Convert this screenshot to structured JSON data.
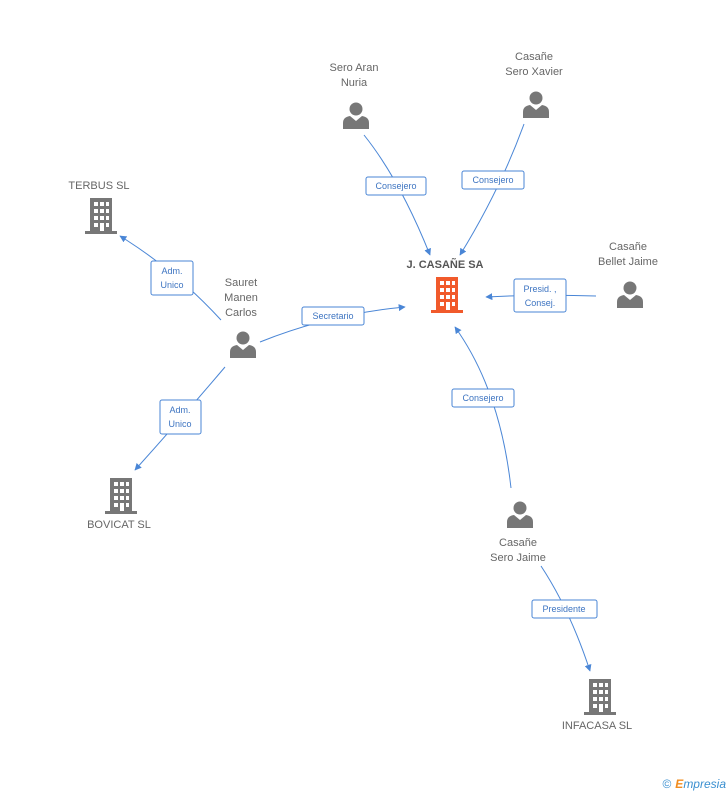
{
  "colors": {
    "edge": "#4a86d6",
    "person_icon": "#777777",
    "company_icon": "#777777",
    "main_company_icon": "#f15a2b",
    "label": "#666666"
  },
  "nodes": {
    "main": {
      "label": "J. CASAÑE SA",
      "icon": "building-icon"
    },
    "terbus": {
      "label": "TERBUS  SL",
      "icon": "building-icon"
    },
    "bovicat": {
      "label": "BOVICAT SL",
      "icon": "building-icon"
    },
    "infacasa": {
      "label": "INFACASA  SL",
      "icon": "building-icon"
    },
    "sero_aran": {
      "lines": [
        "Sero Aran",
        "Nuria"
      ],
      "icon": "person-icon"
    },
    "sero_xavier": {
      "lines": [
        "Casañe",
        "Sero Xavier"
      ],
      "icon": "person-icon"
    },
    "bellet_jaime": {
      "lines": [
        "Casañe",
        "Bellet Jaime"
      ],
      "icon": "person-icon"
    },
    "sauret": {
      "lines": [
        "Sauret",
        "Manen",
        "Carlos"
      ],
      "icon": "person-icon"
    },
    "sero_jaime": {
      "lines": [
        "Casañe",
        "Sero Jaime"
      ],
      "icon": "person-icon"
    }
  },
  "edges": {
    "sero_aran_main": {
      "lines": [
        "Consejero"
      ]
    },
    "sero_xavier_main": {
      "lines": [
        "Consejero"
      ]
    },
    "bellet_main": {
      "lines": [
        "Presid. ,",
        "Consej."
      ]
    },
    "sauret_main": {
      "lines": [
        "Secretario"
      ]
    },
    "sauret_terbus": {
      "lines": [
        "Adm.",
        "Unico"
      ]
    },
    "sauret_bovicat": {
      "lines": [
        "Adm.",
        "Unico"
      ]
    },
    "sero_jaime_main": {
      "lines": [
        "Consejero"
      ]
    },
    "sero_jaime_infacasa": {
      "lines": [
        "Presidente"
      ]
    }
  },
  "footer": {
    "copyright": "©",
    "brand_initial": "E",
    "brand_rest": "mpresia"
  }
}
